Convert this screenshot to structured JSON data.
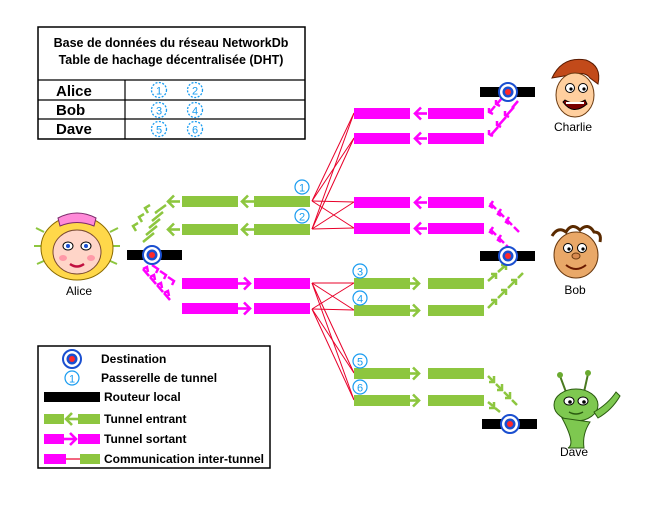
{
  "db_table": {
    "title_line1": "Base de données du réseau NetworkDb",
    "title_line2": "Table de hachage décentralisée (DHT)",
    "rows": [
      {
        "name": "Alice",
        "gateways": [
          "1",
          "2"
        ]
      },
      {
        "name": "Bob",
        "gateways": [
          "3",
          "4"
        ]
      },
      {
        "name": "Dave",
        "gateways": [
          "5",
          "6"
        ]
      }
    ]
  },
  "people": {
    "alice": "Alice",
    "bob": "Bob",
    "charlie": "Charlie",
    "dave": "Dave"
  },
  "gateway_markers": [
    "1",
    "2",
    "3",
    "4",
    "5",
    "6"
  ],
  "legend": {
    "destination": "Destination",
    "gateway_symbol": "1",
    "gateway": "Passerelle de tunnel",
    "router": "Routeur local",
    "inbound": "Tunnel entrant",
    "outbound": "Tunnel sortant",
    "inter": "Communication inter-tunnel"
  },
  "colors": {
    "inbound": "#8dc63f",
    "outbound": "#ff00ff",
    "router": "#000000",
    "gateway": "#1a9cf0",
    "link": "#e8002a"
  }
}
